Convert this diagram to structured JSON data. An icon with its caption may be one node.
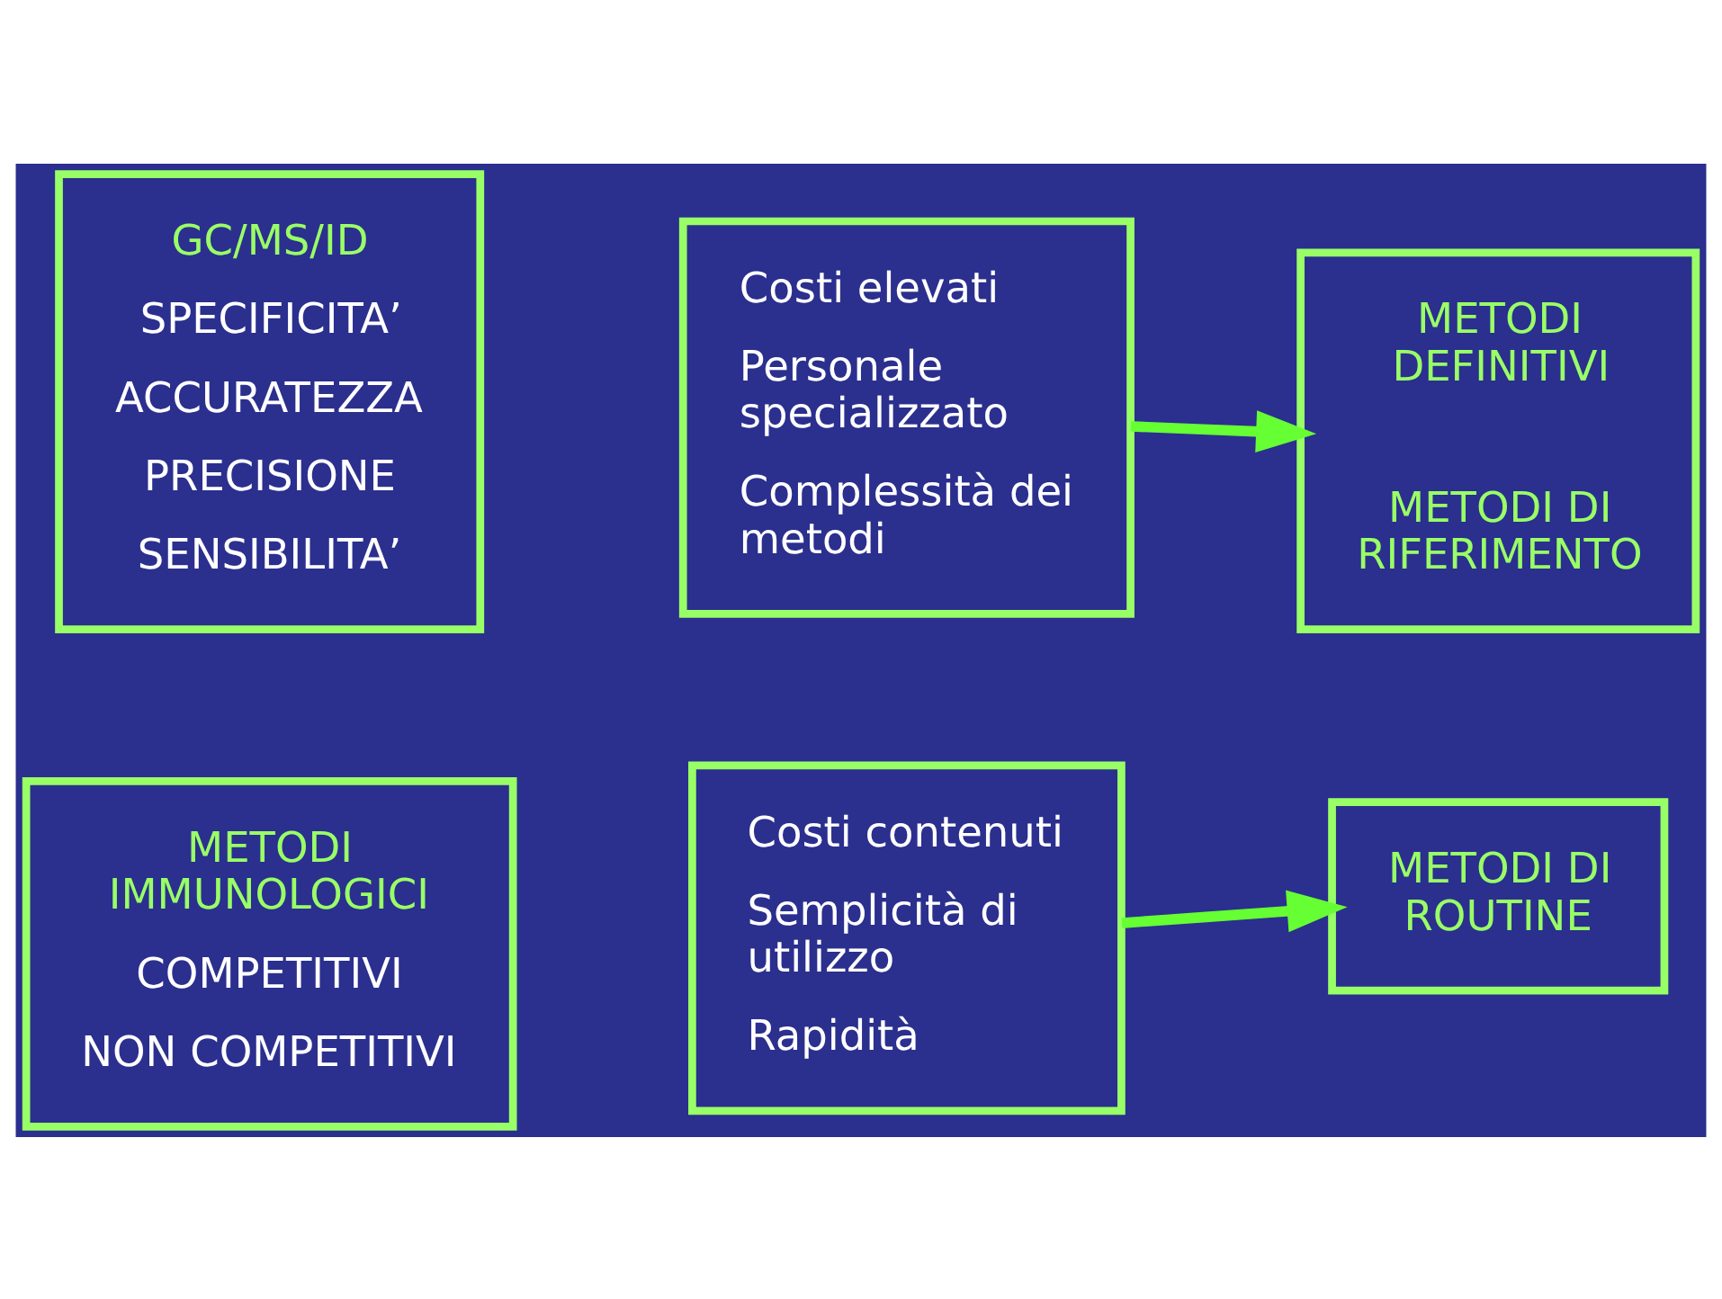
{
  "diagram": {
    "nodes": [
      {
        "text": [
          "GC/MS/ID",
          "SPECIFICITA’",
          "ACCURATEZZA",
          "PRECISIONE",
          "SENSIBILITA’"
        ]
      },
      {
        "text": [
          "Costi elevati",
          "Personale specializzato",
          "Complessità dei metodi"
        ]
      },
      {
        "text": [
          "METODI DEFINITIVI",
          "METODI DI RIFERIMENTO"
        ]
      },
      {
        "text": [
          "METODI IMMUNOLOGICI",
          "COMPETITIVI",
          "NON COMPETITIVI"
        ]
      },
      {
        "text": [
          "Costi contenuti",
          "Semplicità di utilizzo",
          "Rapidità"
        ]
      },
      {
        "text": [
          "METODI DI ROUTINE"
        ]
      }
    ],
    "edges": [
      {
        "from": 1,
        "to": 2,
        "arrow": "to"
      },
      {
        "from": 4,
        "to": 5,
        "arrow": "to"
      }
    ]
  }
}
